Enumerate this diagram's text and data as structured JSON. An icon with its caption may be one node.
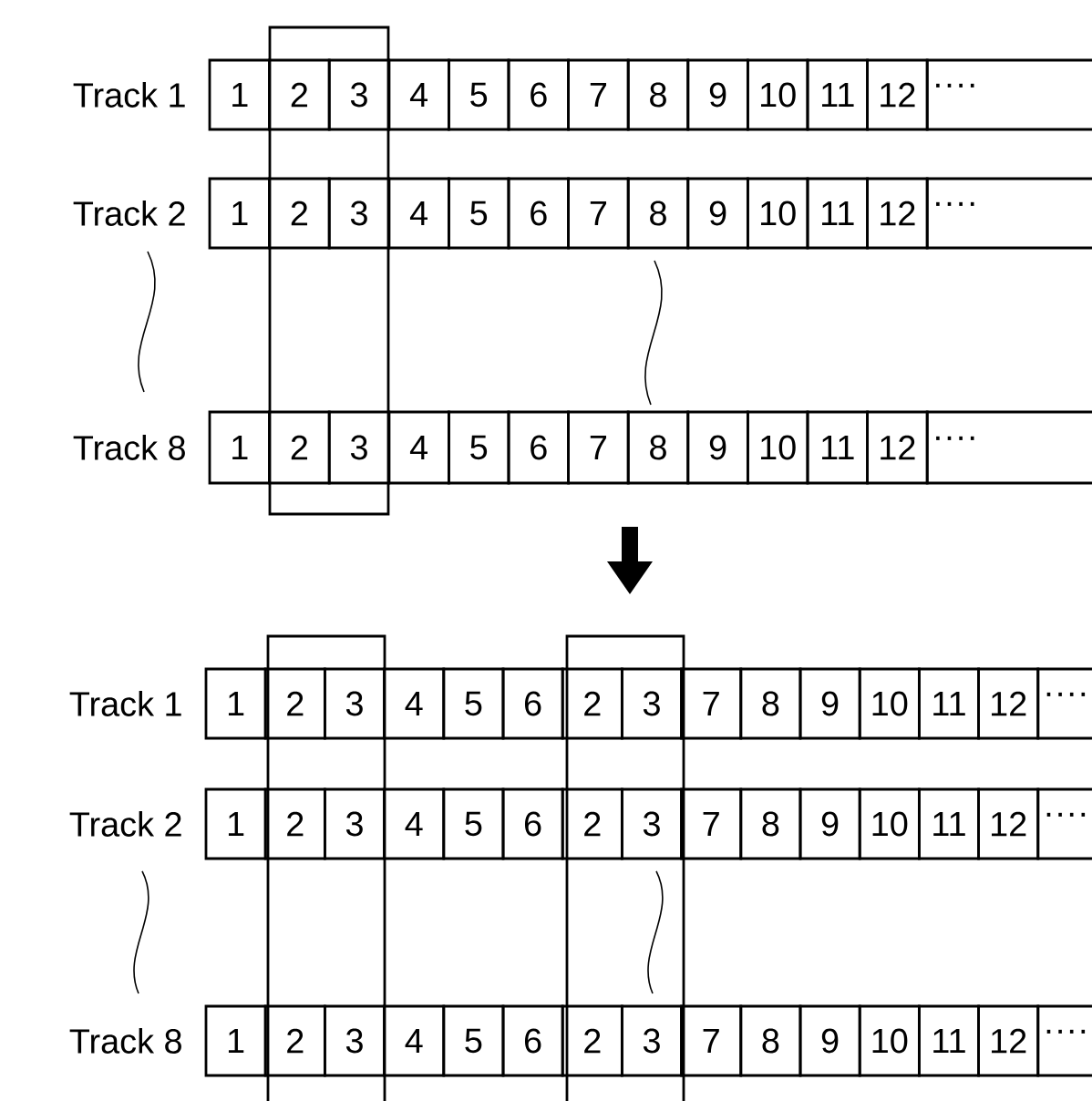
{
  "diagram": {
    "nodes": [
      {
        "text": [
          "1"
        ]
      },
      {
        "text": [
          "2"
        ]
      },
      {
        "text": [
          "3"
        ]
      },
      {
        "text": [
          "4"
        ]
      },
      {
        "text": [
          "5"
        ]
      },
      {
        "text": [
          "6"
        ]
      },
      {
        "text": [
          "7"
        ]
      },
      {
        "text": [
          "8"
        ]
      },
      {
        "text": [
          "9"
        ]
      },
      {
        "text": [
          "10"
        ]
      },
      {
        "text": [
          "11"
        ]
      },
      {
        "text": [
          "12"
        ]
      },
      {
        "text": [
          "····"
        ]
      },
      {
        "text": [
          "1"
        ]
      },
      {
        "text": [
          "2"
        ]
      },
      {
        "text": [
          "3"
        ]
      },
      {
        "text": [
          "4"
        ]
      },
      {
        "text": [
          "5"
        ]
      },
      {
        "text": [
          "6"
        ]
      },
      {
        "text": [
          "7"
        ]
      },
      {
        "text": [
          "8"
        ]
      },
      {
        "text": [
          "9"
        ]
      },
      {
        "text": [
          "10"
        ]
      },
      {
        "text": [
          "11"
        ]
      },
      {
        "text": [
          "12"
        ]
      },
      {
        "text": [
          "····"
        ]
      },
      {
        "text": [
          "1"
        ]
      },
      {
        "text": [
          "2"
        ]
      },
      {
        "text": [
          "3"
        ]
      },
      {
        "text": [
          "4"
        ]
      },
      {
        "text": [
          "5"
        ]
      },
      {
        "text": [
          "6"
        ]
      },
      {
        "text": [
          "7"
        ]
      },
      {
        "text": [
          "8"
        ]
      },
      {
        "text": [
          "9"
        ]
      },
      {
        "text": [
          "10"
        ]
      },
      {
        "text": [
          "11"
        ]
      },
      {
        "text": [
          "12"
        ]
      },
      {
        "text": [
          "····"
        ]
      },
      {
        "text": [
          "1"
        ]
      },
      {
        "text": [
          "2"
        ]
      },
      {
        "text": [
          "3"
        ]
      },
      {
        "text": [
          "4"
        ]
      },
      {
        "text": [
          "5"
        ]
      },
      {
        "text": [
          "6"
        ]
      },
      {
        "text": [
          "2"
        ]
      },
      {
        "text": [
          "3"
        ]
      },
      {
        "text": [
          "7"
        ]
      },
      {
        "text": [
          "8"
        ]
      },
      {
        "text": [
          "9"
        ]
      },
      {
        "text": [
          "10"
        ]
      },
      {
        "text": [
          "11"
        ]
      },
      {
        "text": [
          "12"
        ]
      },
      {
        "text": [
          "····"
        ]
      },
      {
        "text": [
          "1"
        ]
      },
      {
        "text": [
          "2"
        ]
      },
      {
        "text": [
          "3"
        ]
      },
      {
        "text": [
          "4"
        ]
      },
      {
        "text": [
          "5"
        ]
      },
      {
        "text": [
          "6"
        ]
      },
      {
        "text": [
          "2"
        ]
      },
      {
        "text": [
          "3"
        ]
      },
      {
        "text": [
          "7"
        ]
      },
      {
        "text": [
          "8"
        ]
      },
      {
        "text": [
          "9"
        ]
      },
      {
        "text": [
          "10"
        ]
      },
      {
        "text": [
          "11"
        ]
      },
      {
        "text": [
          "12"
        ]
      },
      {
        "text": [
          "····"
        ]
      },
      {
        "text": [
          "1"
        ]
      },
      {
        "text": [
          "2"
        ]
      },
      {
        "text": [
          "3"
        ]
      },
      {
        "text": [
          "4"
        ]
      },
      {
        "text": [
          "5"
        ]
      },
      {
        "text": [
          "6"
        ]
      },
      {
        "text": [
          "2"
        ]
      },
      {
        "text": [
          "3"
        ]
      },
      {
        "text": [
          "7"
        ]
      },
      {
        "text": [
          "8"
        ]
      },
      {
        "text": [
          "9"
        ]
      },
      {
        "text": [
          "10"
        ]
      },
      {
        "text": [
          "11"
        ]
      },
      {
        "text": [
          "12"
        ]
      },
      {
        "text": [
          "····"
        ]
      }
    ],
    "labels": [
      "Track 1",
      "Track 2",
      "Track 8",
      "Track 1",
      "Track 2",
      "Track 8"
    ]
  }
}
